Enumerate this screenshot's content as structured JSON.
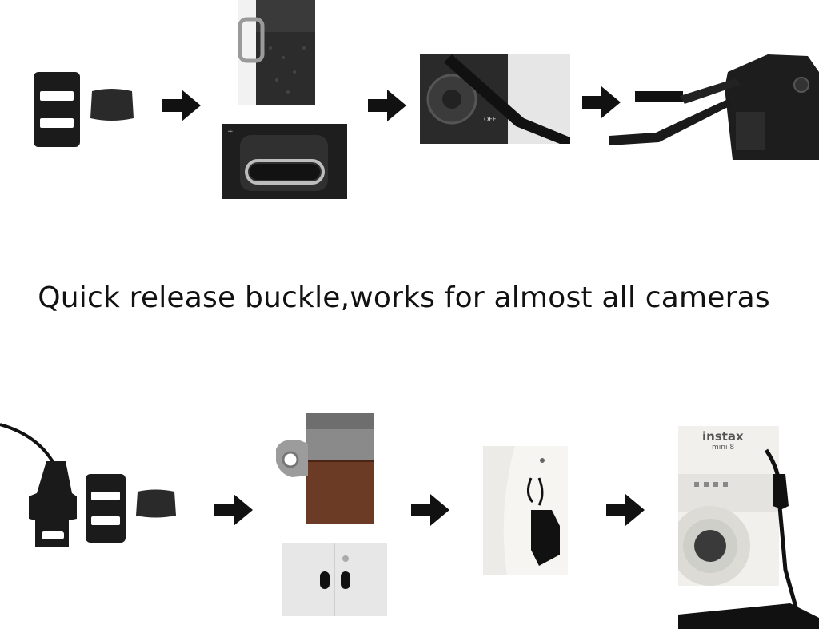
{
  "caption": "Quick release buckle,works for almost all cameras",
  "instax": {
    "brand": "instax",
    "model": "mini 8"
  },
  "camera_dial": {
    "off_label": "OFF"
  },
  "icons": [
    "arrow-right-icon"
  ],
  "colors": {
    "background": "#ffffff",
    "text": "#111111",
    "arrow": "#111111"
  }
}
